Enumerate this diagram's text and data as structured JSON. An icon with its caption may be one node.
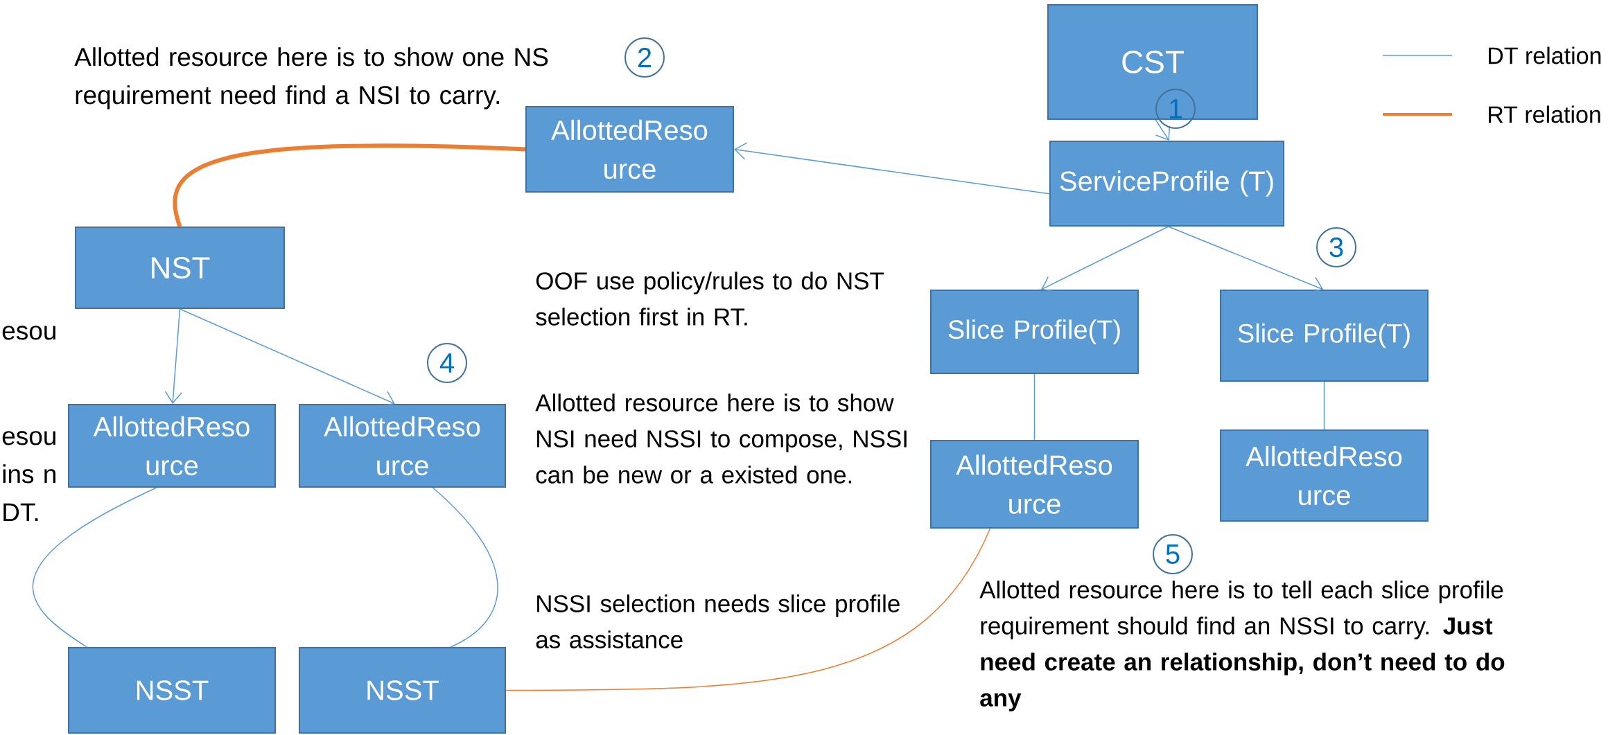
{
  "diagram": {
    "nodes": [
      {
        "text": [
          "CST"
        ]
      },
      {
        "text": [
          "ServiceProfile (T)"
        ]
      },
      {
        "text": [
          "AllottedReso urce"
        ]
      },
      {
        "text": [
          "NST"
        ]
      },
      {
        "text": [
          "Slice Profile(T)"
        ]
      },
      {
        "text": [
          "Slice Profile(T)"
        ]
      },
      {
        "text": [
          "AllottedReso urce"
        ]
      },
      {
        "text": [
          "AllottedReso urce"
        ]
      },
      {
        "text": [
          "AllottedReso urce"
        ]
      },
      {
        "text": [
          "AllottedReso urce"
        ]
      },
      {
        "text": [
          "NSST"
        ]
      },
      {
        "text": [
          "NSST"
        ]
      }
    ],
    "edges": [
      {
        "from": 0,
        "to": 1,
        "arrow": "to"
      },
      {
        "from": 1,
        "to": 2,
        "arrow": "to"
      },
      {
        "from": 2,
        "to": 3,
        "arrow": "none",
        "style": "thick",
        "color": "#ed7d31"
      },
      {
        "from": 1,
        "to": 4,
        "arrow": "to"
      },
      {
        "from": 1,
        "to": 5,
        "arrow": "to"
      },
      {
        "from": 3,
        "to": 6,
        "arrow": "to"
      },
      {
        "from": 3,
        "to": 7,
        "arrow": "to"
      },
      {
        "from": 4,
        "to": 8,
        "arrow": "none"
      },
      {
        "from": 5,
        "to": 9,
        "arrow": "none"
      },
      {
        "from": 6,
        "to": 10,
        "arrow": "none"
      },
      {
        "from": 7,
        "to": 11,
        "arrow": "none"
      },
      {
        "from": 8,
        "to": 11,
        "arrow": "none",
        "color": "#ed7d31"
      }
    ],
    "labels": [
      "Allotted resource here is to show one NS requirement need find a NSI to carry.",
      "2",
      "1",
      "esou",
      "3",
      "OOF use policy/rules to do NST selection first in RT.",
      "4",
      "esou ins n DT.",
      "Allotted resource here is to show NSI need NSSI to compose, NSSI can be new or a existed one.",
      "5",
      "NSSI selection needs slice profile as assistance",
      "Allotted resource here is to tell each slice profile requirement should find an NSSI to carry. **Just need create an relationship, don’t need to do any**"
    ],
    "legend": [
      {
        "text": "DT relation"
      },
      {
        "text": "RT relation"
      }
    ]
  }
}
